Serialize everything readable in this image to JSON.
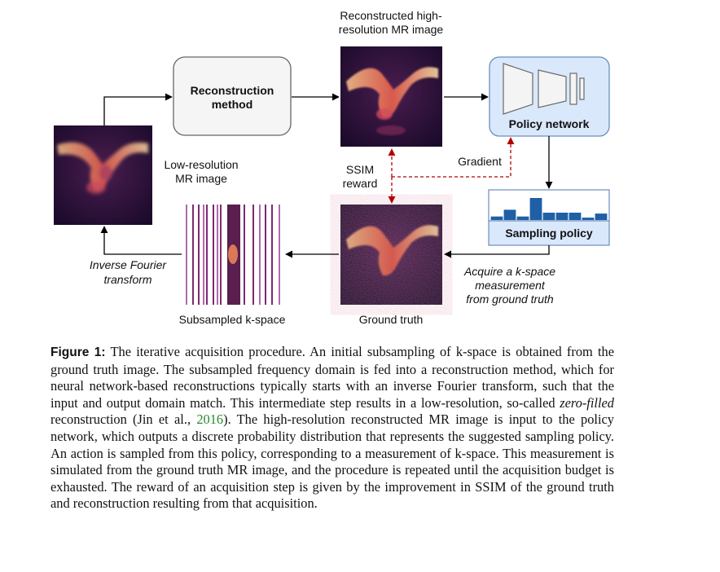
{
  "diagram": {
    "nodes": {
      "reconstruction_method": [
        "Reconstruction",
        "method"
      ],
      "policy_network": "Policy network",
      "sampling_policy": "Sampling policy"
    },
    "image_labels": {
      "reconstructed": [
        "Reconstructed high-",
        "resolution MR image"
      ],
      "low_resolution": [
        "Low-resolution",
        "MR image"
      ],
      "ground_truth": "Ground truth",
      "subsampled_kspace": "Subsampled k-space"
    },
    "edge_labels": {
      "ssim_reward": [
        "SSIM",
        "reward"
      ],
      "gradient": "Gradient",
      "inverse_fourier": [
        "Inverse Fourier",
        "transform"
      ],
      "acquire": [
        "Acquire a k-space",
        "measurement",
        "from ground truth"
      ]
    },
    "sampling_policy_bars": [
      0.12,
      0.35,
      0.12,
      0.75,
      0.25,
      0.25,
      0.25,
      0.08,
      0.22
    ],
    "colors": {
      "policy_fill": "#dae8fc",
      "policy_stroke": "#6c8ebf",
      "bar_fill": "#1f5fa6",
      "reward_arrow": "#b30000",
      "recon_fill": "#f5f5f5",
      "recon_stroke": "#666666"
    }
  },
  "caption": {
    "label": "Figure 1:",
    "part1": " The iterative acquisition procedure. An initial subsampling of k-space is obtained from the ground truth image. The subsampled frequency domain is fed into a reconstruction method, which for neural network-based reconstructions typically starts with an inverse Fourier transform, such that the input and output domain match. This intermediate step results in a low-resolution, so-called ",
    "emphasis": "zero-filled",
    "part2": " reconstruction (Jin et al., ",
    "citation_year": "2016",
    "part3": "). The high-resolution reconstructed MR image is input to the policy network, which outputs a discrete probability distribution that represents the suggested sampling policy. An action is sampled from this policy, corresponding to a measurement of k-space. This measurement is simulated from the ground truth MR image, and the procedure is repeated until the acquisition budget is exhausted. The reward of an acquisition step is given by the improvement in SSIM of the ground truth and reconstruction resulting from that acquisition."
  }
}
